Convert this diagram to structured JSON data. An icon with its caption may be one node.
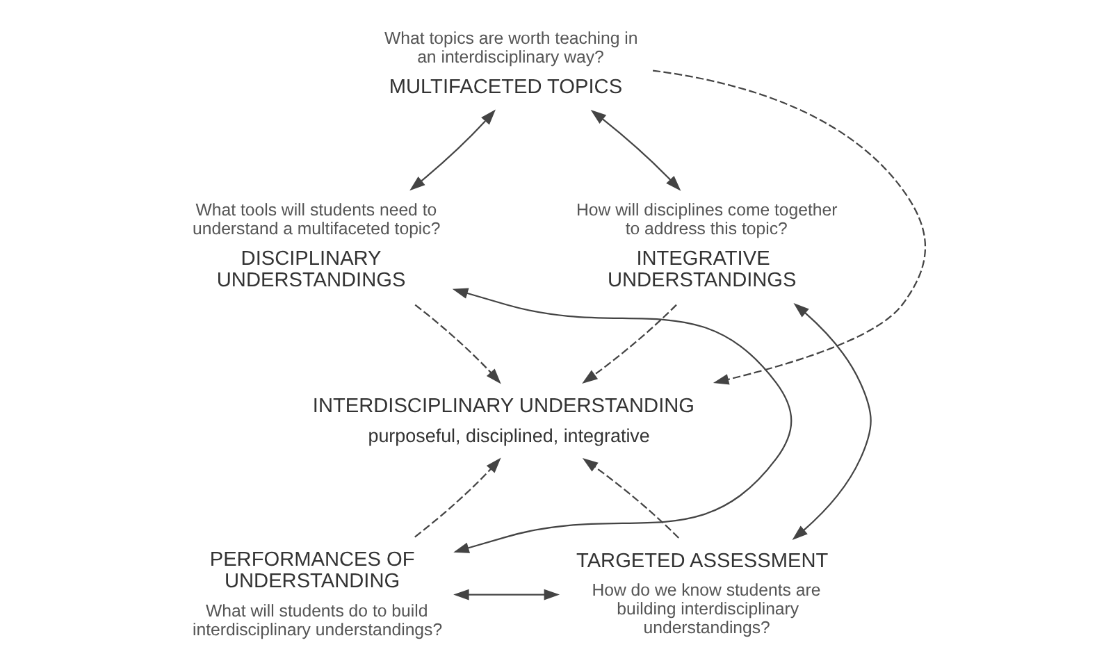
{
  "diagram": {
    "nodes": [
      {
        "text": [
          "MULTIFACETED TOPICS"
        ],
        "beside": [
          "What topics are worth teaching in an interdisciplinary way?"
        ]
      },
      {
        "text": [
          "DISCIPLINARY UNDERSTANDINGS"
        ],
        "beside": [
          "What tools will students need to understand a multifaceted topic?"
        ]
      },
      {
        "text": [
          "INTEGRATIVE UNDERSTANDINGS"
        ],
        "beside": [
          "How will disciplines come together to address this topic?"
        ]
      },
      {
        "text": [
          "INTERDISCIPLINARY UNDERSTANDING",
          "purposeful, disciplined, integrative"
        ]
      },
      {
        "text": [
          "PERFORMANCES OF UNDERSTANDING"
        ],
        "beside": [
          "What will students do to build interdisciplinary understandings?"
        ]
      },
      {
        "text": [
          "TARGETED ASSESSMENT"
        ],
        "beside": [
          "How do we know students are building interdisciplinary understandings?"
        ]
      }
    ],
    "edges": [
      {
        "from": 1,
        "to": 0,
        "arrow": "both"
      },
      {
        "from": 0,
        "to": 2,
        "arrow": "both"
      },
      {
        "from": 2,
        "to": 5,
        "arrow": "both"
      },
      {
        "from": 5,
        "to": 4,
        "arrow": "both"
      },
      {
        "from": 4,
        "to": 1,
        "arrow": "both"
      },
      {
        "from": 0,
        "to": 3,
        "arrow": "to",
        "style": "dashed"
      },
      {
        "from": 1,
        "to": 3,
        "arrow": "to",
        "style": "dashed"
      },
      {
        "from": 2,
        "to": 3,
        "arrow": "to",
        "style": "dashed"
      },
      {
        "from": 4,
        "to": 3,
        "arrow": "to",
        "style": "dashed"
      },
      {
        "from": 5,
        "to": 3,
        "arrow": "to",
        "style": "dashed"
      }
    ]
  }
}
